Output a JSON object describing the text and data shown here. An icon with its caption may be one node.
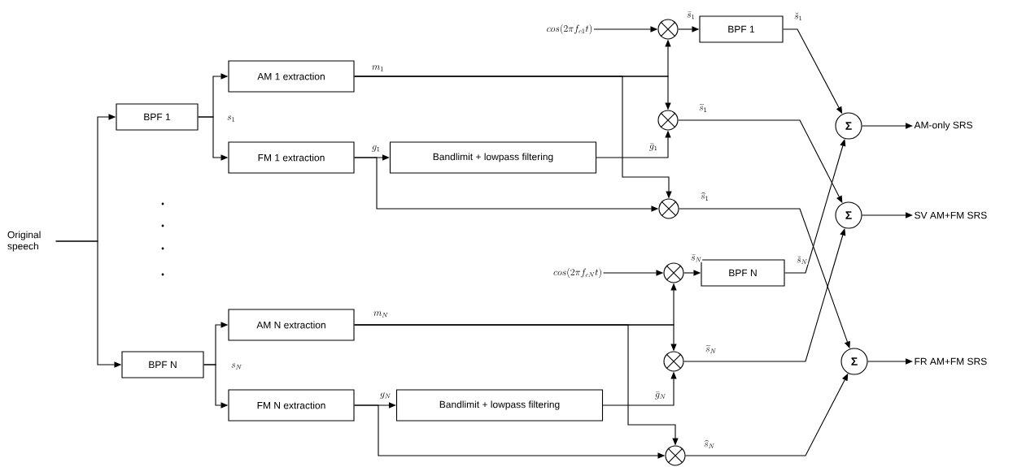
{
  "diagram": {
    "nodes": [
      {
        "text": [
          "Original speech"
        ]
      },
      {
        "text": [
          "BPF 1"
        ]
      },
      {
        "text": [
          "AM 1 extraction"
        ]
      },
      {
        "text": [
          "FM 1 extraction"
        ]
      },
      {
        "text": [
          "Bandlimit + lowpass filtering"
        ]
      },
      {
        "text": [
          "cos(2\\pi f_{c1}t)"
        ]
      },
      {
        "text": [],
        "shape": "circle"
      },
      {
        "text": [
          "BPF 1"
        ]
      },
      {
        "text": [],
        "shape": "circle"
      },
      {
        "text": [],
        "shape": "circle"
      },
      {
        "text": [
          "Σ"
        ]
      },
      {
        "text": [
          "AM-only SRS"
        ]
      },
      {
        "text": [
          "Σ"
        ]
      },
      {
        "text": [
          "SV AM+FM SRS"
        ]
      },
      {
        "text": [
          "BPF N"
        ]
      },
      {
        "text": [
          "AM N extraction"
        ]
      },
      {
        "text": [
          "FM N extraction"
        ]
      },
      {
        "text": [
          "Bandlimit + lowpass filtering"
        ]
      },
      {
        "text": [
          "cos(2\\pi f_{cN}t)"
        ]
      },
      {
        "text": [],
        "shape": "circle"
      },
      {
        "text": [
          "BPF N"
        ]
      },
      {
        "text": [],
        "shape": "circle"
      },
      {
        "text": [],
        "shape": "circle"
      },
      {
        "text": [
          "Σ"
        ]
      },
      {
        "text": [
          "FR AM+FM SRS"
        ]
      }
    ],
    "edges": [
      {
        "from": 0,
        "to": 1,
        "arrow": "to"
      },
      {
        "from": 0,
        "to": 14,
        "arrow": "to"
      },
      {
        "from": 1,
        "to": 2,
        "arrow": "to",
        "label": "s_1"
      },
      {
        "from": 1,
        "to": 3,
        "arrow": "to"
      },
      {
        "from": 2,
        "to": 6,
        "arrow": "to",
        "label": "m_1"
      },
      {
        "from": 2,
        "to": 8,
        "arrow": "to"
      },
      {
        "from": 2,
        "to": 9,
        "arrow": "to"
      },
      {
        "from": 3,
        "to": 4,
        "arrow": "to",
        "label": "g_1"
      },
      {
        "from": 3,
        "to": 9,
        "arrow": "to"
      },
      {
        "from": 4,
        "to": 8,
        "arrow": "to",
        "label": "\\bar{g}_1"
      },
      {
        "from": 5,
        "to": 6,
        "arrow": "to"
      },
      {
        "from": 6,
        "to": 7,
        "arrow": "to",
        "label": "\\bar{s}_1"
      },
      {
        "from": 7,
        "to": 10,
        "arrow": "to",
        "label": "\\breve{s}_1"
      },
      {
        "from": 8,
        "to": 12,
        "arrow": "to",
        "label": "\\widetilde{s}_1"
      },
      {
        "from": 9,
        "to": 23,
        "arrow": "to",
        "label": "\\widehat{s}_1"
      },
      {
        "from": 10,
        "to": 11,
        "arrow": "to"
      },
      {
        "from": 12,
        "to": 13,
        "arrow": "to"
      },
      {
        "from": 23,
        "to": 24,
        "arrow": "to"
      },
      {
        "from": 14,
        "to": 15,
        "arrow": "to",
        "label": "s_N"
      },
      {
        "from": 14,
        "to": 16,
        "arrow": "to"
      },
      {
        "from": 15,
        "to": 19,
        "arrow": "to",
        "label": "m_N"
      },
      {
        "from": 15,
        "to": 21,
        "arrow": "to"
      },
      {
        "from": 15,
        "to": 22,
        "arrow": "to"
      },
      {
        "from": 16,
        "to": 17,
        "arrow": "to",
        "label": "g_N"
      },
      {
        "from": 16,
        "to": 22,
        "arrow": "to"
      },
      {
        "from": 17,
        "to": 21,
        "arrow": "to",
        "label": "\\bar{g}_N"
      },
      {
        "from": 18,
        "to": 19,
        "arrow": "to"
      },
      {
        "from": 19,
        "to": 20,
        "arrow": "to",
        "label": "\\bar{s}_N"
      },
      {
        "from": 20,
        "to": 10,
        "arrow": "to",
        "label": "\\breve{s}_N"
      },
      {
        "from": 21,
        "to": 12,
        "arrow": "to",
        "label": "\\widetilde{s}_N"
      },
      {
        "from": 22,
        "to": 23,
        "arrow": "to",
        "label": "\\widehat{s}_N"
      }
    ]
  }
}
